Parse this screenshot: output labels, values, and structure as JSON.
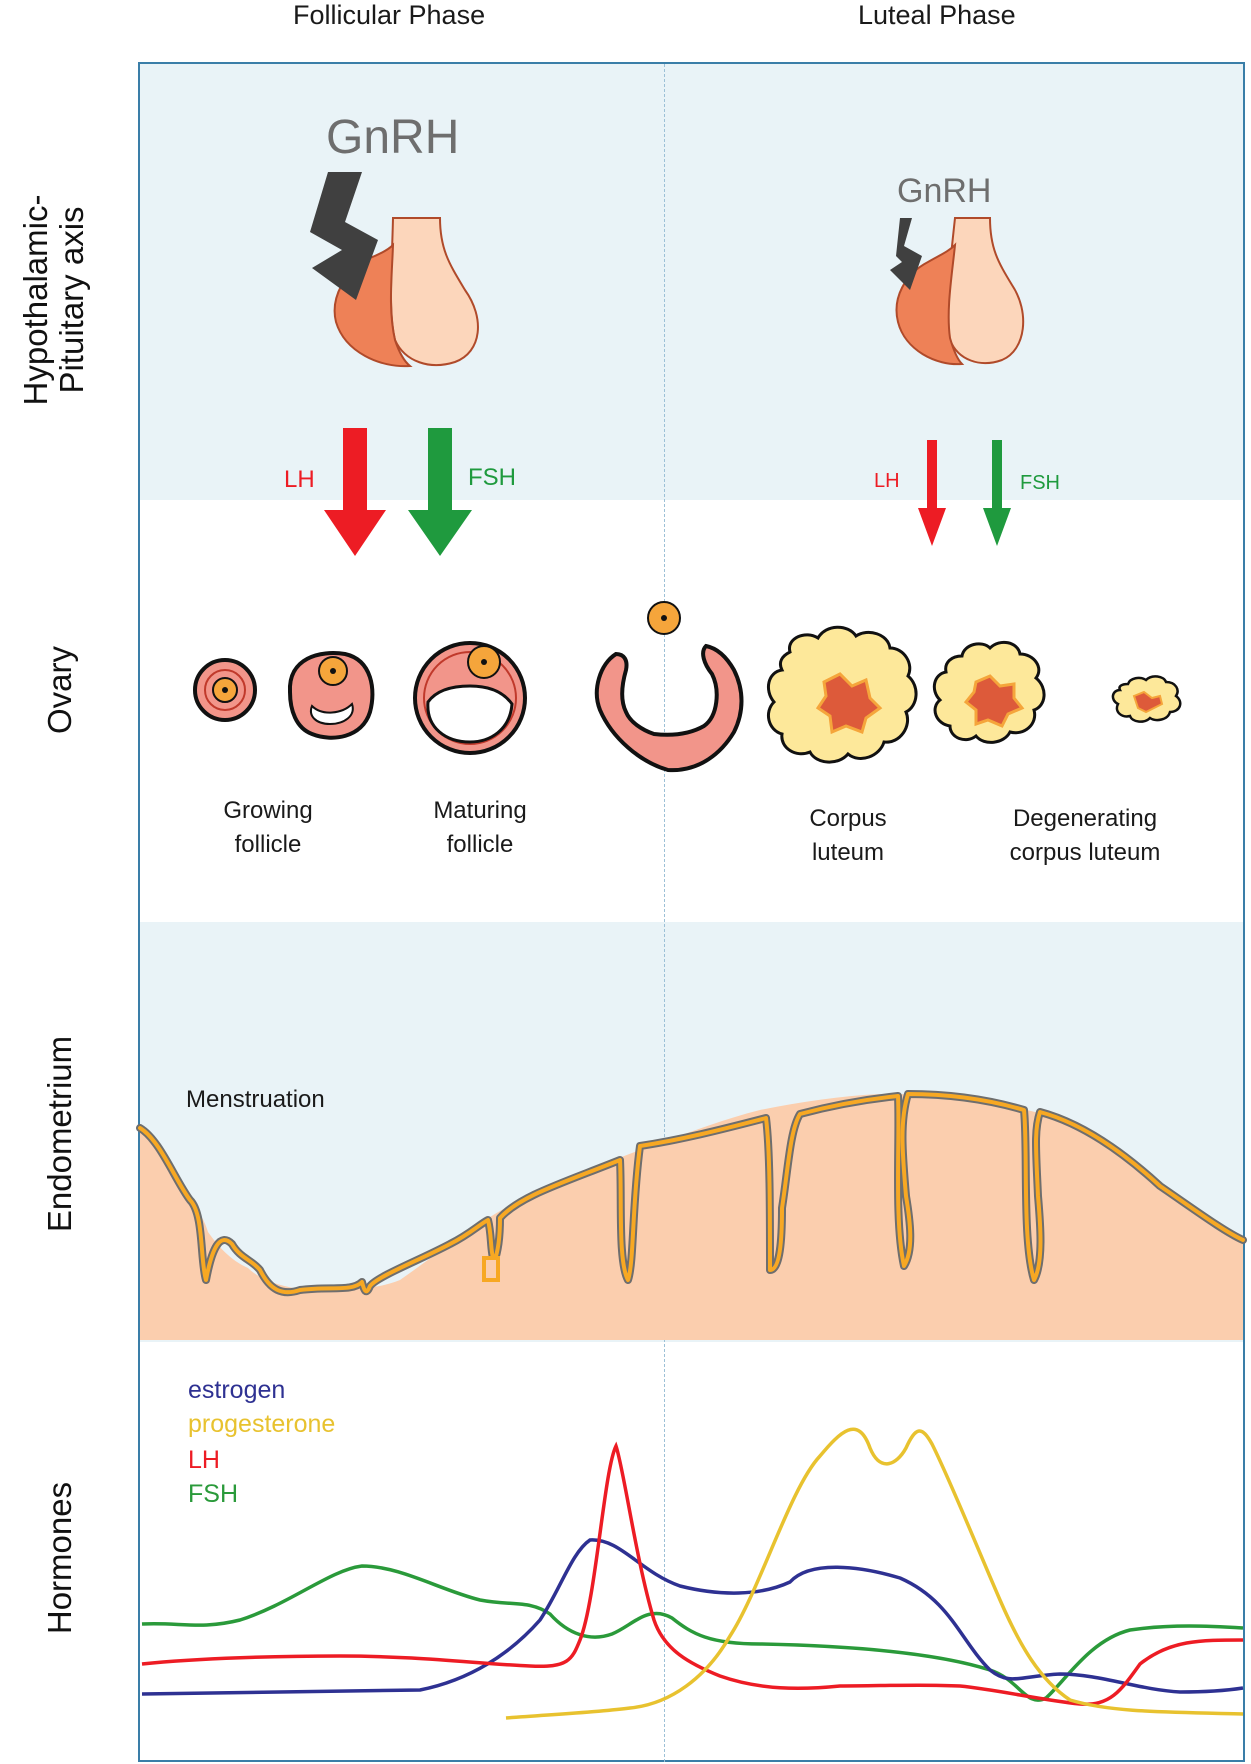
{
  "header": {
    "follicular_phase": "Follicular Phase",
    "luteal_phase": "Luteal Phase"
  },
  "rows": {
    "hypothalamic_pituitary": "Hypothalamic-\nPituitary axis",
    "ovary": "Ovary",
    "endometrium": "Endometrium",
    "hormones": "Hormones"
  },
  "axis": {
    "gnrh_follicular": "GnRH",
    "gnrh_luteal": "GnRH",
    "lh_follicular": "LH",
    "fsh_follicular": "FSH",
    "lh_luteal": "LH",
    "fsh_luteal": "FSH"
  },
  "ovary": {
    "growing_follicle": "Growing\nfollicle",
    "maturing_follicle": "Maturing\nfollicle",
    "corpus_luteum": "Corpus\nluteum",
    "degenerating_corpus_luteum": "Degenerating\ncorpus luteum"
  },
  "endometrium": {
    "menstruation": "Menstruation"
  },
  "legend": [
    {
      "name": "estrogen",
      "color": "#2e3192"
    },
    {
      "name": "progesterone",
      "color": "#e8c22f"
    },
    {
      "name": "LH",
      "color": "#ed1c24"
    },
    {
      "name": "FSH",
      "color": "#2a9a3a"
    }
  ],
  "colors": {
    "band": "#e9f3f7",
    "frame": "#3a7ea8",
    "lh_arrow": "#ed1c24",
    "fsh_arrow": "#1f9a3e",
    "pituitary_anterior": "#ee8157",
    "pituitary_posterior": "#fcd6bb",
    "follicle": "#f2958a",
    "corpus_luteum": "#fde89a",
    "endometrium_tissue": "#fbceae",
    "endometrium_border": "#f7a823"
  }
}
